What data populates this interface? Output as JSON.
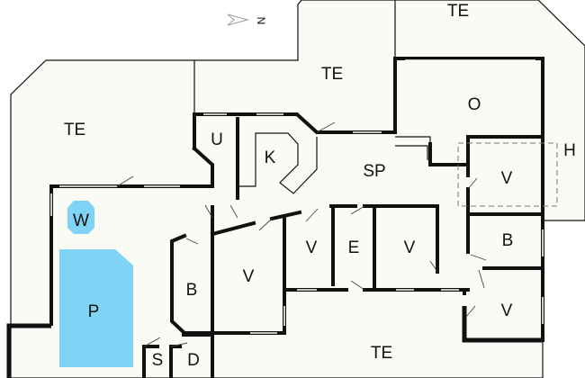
{
  "compass": {
    "label": "N"
  },
  "colors": {
    "floor": "#fbfbf6",
    "water": "#7fd3f5",
    "wall": "#111111"
  },
  "rooms": {
    "te_top": "TE",
    "te_mid": "TE",
    "te_left": "TE",
    "te_bottom": "TE",
    "o": "O",
    "u": "U",
    "k": "K",
    "sp": "SP",
    "h": "H",
    "v_right_top": "V",
    "w": "W",
    "b_right": "B",
    "v_row1": "V",
    "e": "E",
    "v_row2": "V",
    "v_left": "V",
    "b_left": "B",
    "p": "P",
    "v_right_bottom": "V",
    "s": "S",
    "d": "D"
  }
}
